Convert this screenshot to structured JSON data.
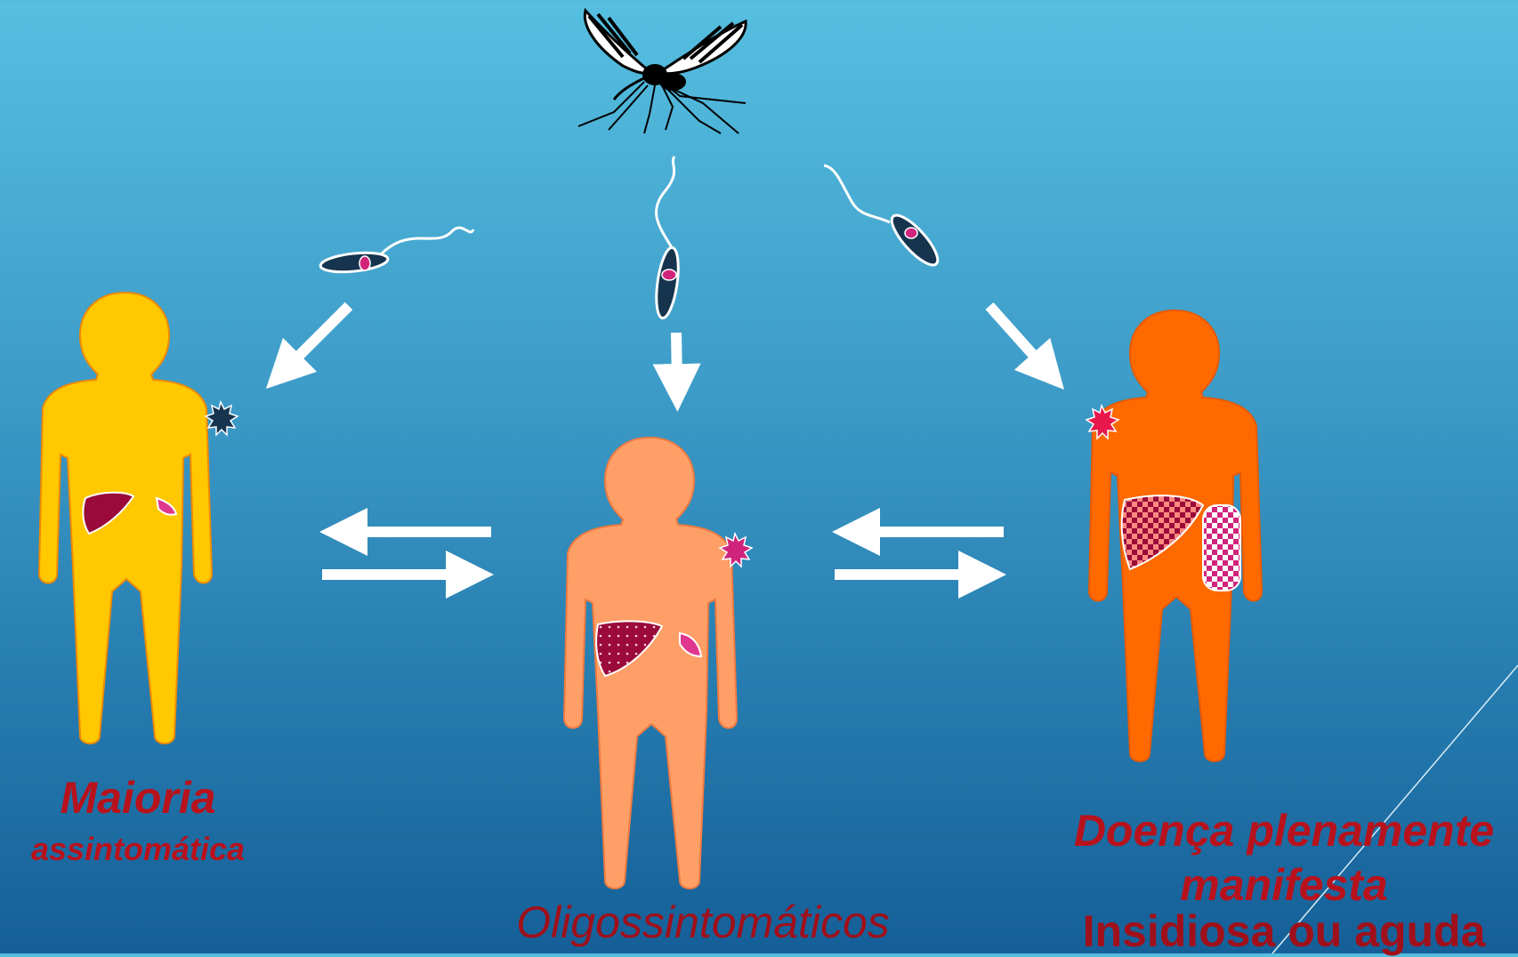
{
  "labels": {
    "left_title": "Maioria",
    "left_subtitle": "assintomática",
    "middle": "Oligossintomáticos",
    "right_line1": "Doença plenamente",
    "right_line2": "manifesta",
    "right_line3": "Insidiosa ou aguda"
  },
  "colors": {
    "figure_left": "#ffc800",
    "figure_middle": "#ff9f68",
    "figure_right": "#ff6a00",
    "liver": "#9a0a3a",
    "spleen": "#e0388e",
    "label_red": "#b8121c",
    "arrow": "#ffffff"
  },
  "icons": {
    "vector": "sandfly-icon",
    "parasite": "promastigote-icon",
    "bite": "bite-burst-icon"
  }
}
